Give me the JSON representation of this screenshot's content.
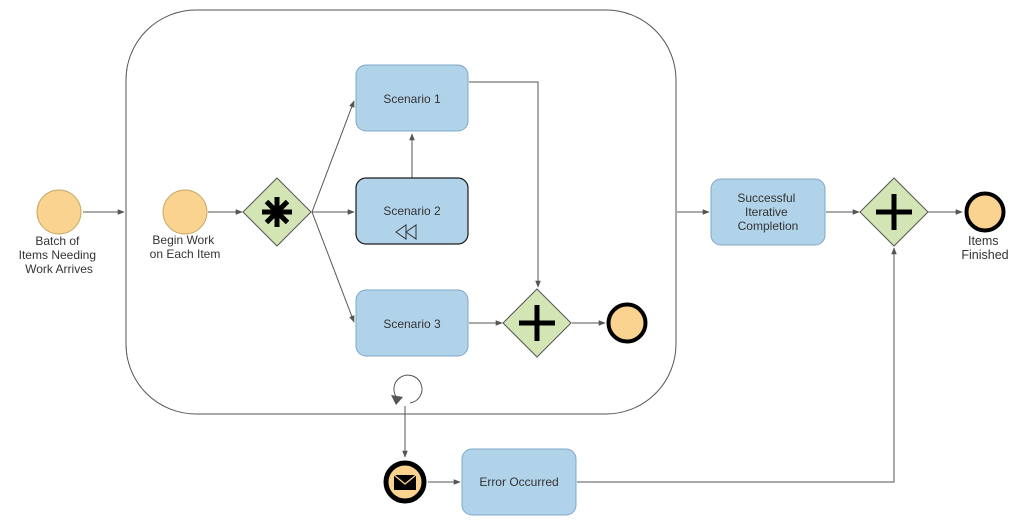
{
  "colors": {
    "task_fill": "#b1d3ea",
    "task_stroke": "#7da7c8",
    "event_fill": "#f9d38f",
    "event_stroke": "#c8a86a",
    "gateway_fill": "#d3e4b5",
    "line": "#555555",
    "end_stroke": "#000000"
  },
  "start_event": {
    "lines": [
      "Batch of",
      "Items Needing",
      "Work Arrives"
    ]
  },
  "subprocess": {
    "inner_start": {
      "lines": [
        "Begin Work",
        "on Each Item"
      ]
    },
    "complex_gateway_icon": "asterisk-icon",
    "tasks": {
      "scenario1": "Scenario 1",
      "scenario2": "Scenario 2",
      "scenario3": "Scenario 3"
    },
    "scenario2_marker_icon": "compensation-icon",
    "parallel_gateway_icon": "plus-icon",
    "loop_marker_icon": "loop-icon"
  },
  "tasks": {
    "successful": [
      "Successful",
      "Iterative",
      "Completion"
    ],
    "error": "Error Occurred"
  },
  "boundary_event_icon": "envelope-icon",
  "outer_parallel_gateway_icon": "plus-icon",
  "end_event": {
    "lines": [
      "Items",
      "Finished"
    ]
  }
}
